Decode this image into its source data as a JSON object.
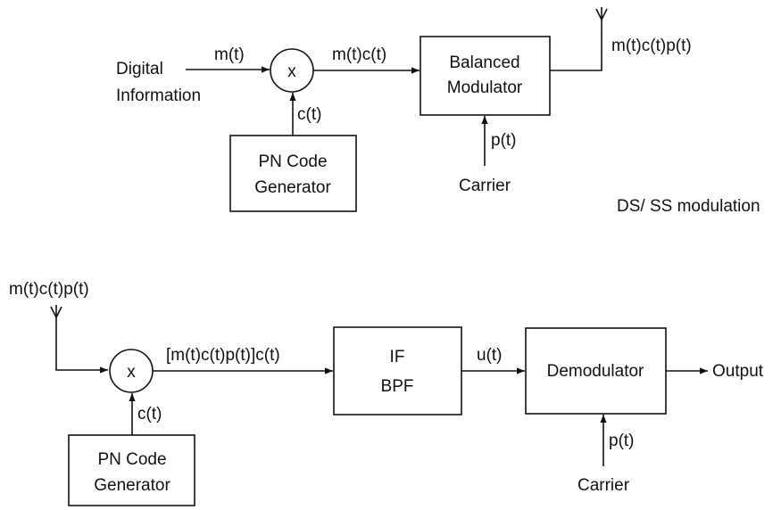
{
  "tx": {
    "input_line1": "Digital",
    "input_line2": "Information",
    "m_label": "m(t)",
    "mixer_symbol": "x",
    "c_label": "c(t)",
    "pn_line1": "PN Code",
    "pn_line2": "Generator",
    "mc_label": "m(t)c(t)",
    "bm_line1": "Balanced",
    "bm_line2": "Modulator",
    "p_label": "p(t)",
    "carrier_label": "Carrier",
    "out_label": "m(t)c(t)p(t)",
    "caption": "DS/ SS modulation"
  },
  "rx": {
    "in_label": "m(t)c(t)p(t)",
    "mixer_symbol": "x",
    "c_label": "c(t)",
    "pn_line1": "PN Code",
    "pn_line2": "Generator",
    "mix_out_label": "[m(t)c(t)p(t)]c(t)",
    "if_line1": "IF",
    "if_line2": "BPF",
    "u_label": "u(t)",
    "demod_label": "Demodulator",
    "p_label": "p(t)",
    "carrier_label": "Carrier",
    "output_label": "Output"
  }
}
